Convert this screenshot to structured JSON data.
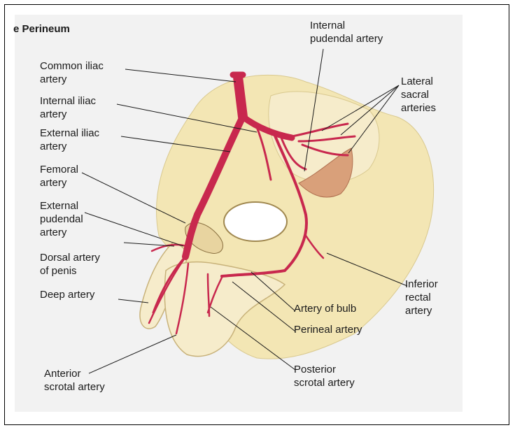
{
  "title": "e Perineum",
  "labels": {
    "common_iliac": "Common iliac\nartery",
    "internal_iliac": "Internal iliac\nartery",
    "external_iliac": "External iliac\nartery",
    "femoral": "Femoral\nartery",
    "external_pudendal": "External\npudendal\nartery",
    "dorsal_penis": "Dorsal artery\nof penis",
    "deep": "Deep artery",
    "anterior_scrotal": "Anterior\nscrotal artery",
    "internal_pudendal": "Internal\npudendal artery",
    "lateral_sacral": "Lateral\nsacral\narteries",
    "inferior_rectal": "Inferior\nrectal\nartery",
    "bulb": "Artery of bulb",
    "perineal": "Perineal artery",
    "posterior_scrotal": "Posterior\nscrotal artery"
  },
  "colors": {
    "artery": "#c8284e",
    "bone": "#f3e6b4",
    "bg": "#f2f2f2"
  }
}
